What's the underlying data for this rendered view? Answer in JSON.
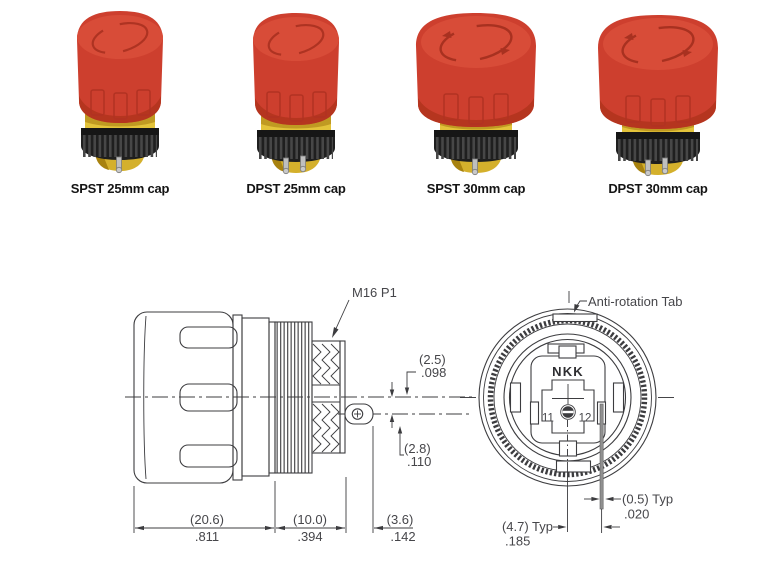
{
  "products": [
    {
      "label": "SPST 25mm cap"
    },
    {
      "label": "DPST 25mm cap"
    },
    {
      "label": "SPST 30mm cap"
    },
    {
      "label": "DPST 30mm cap"
    }
  ],
  "side_view": {
    "thread_spec": "M16 P1",
    "dim_center_to_terminal_mm": "(2.5)",
    "dim_center_to_terminal_in": ".098",
    "dim_terminal_width_mm": "(2.8)",
    "dim_terminal_width_in": ".110",
    "dim_cap_depth_mm": "(20.6)",
    "dim_cap_depth_in": ".811",
    "dim_bushing_mm": "(10.0)",
    "dim_bushing_in": ".394",
    "dim_terminal_len_mm": "(3.6)",
    "dim_terminal_len_in": ".142"
  },
  "rear_view": {
    "callout_tab": "Anti-rotation Tab",
    "brand_mark": "NKK",
    "terminal_no_left": "11",
    "terminal_no_right": "12",
    "dim_terminal_thickness_mm": "(0.5) Typ",
    "dim_terminal_thickness_in": ".020",
    "dim_terminal_offset_mm": "(4.7) Typ",
    "dim_terminal_offset_in": ".185"
  },
  "colors": {
    "cap_red": "#cd3f2e",
    "cap_red_top": "#d84c38",
    "ring_yellow": "#e3c33a",
    "nut_black": "#1f1f1f",
    "drawing_line": "#3c3c3f"
  }
}
